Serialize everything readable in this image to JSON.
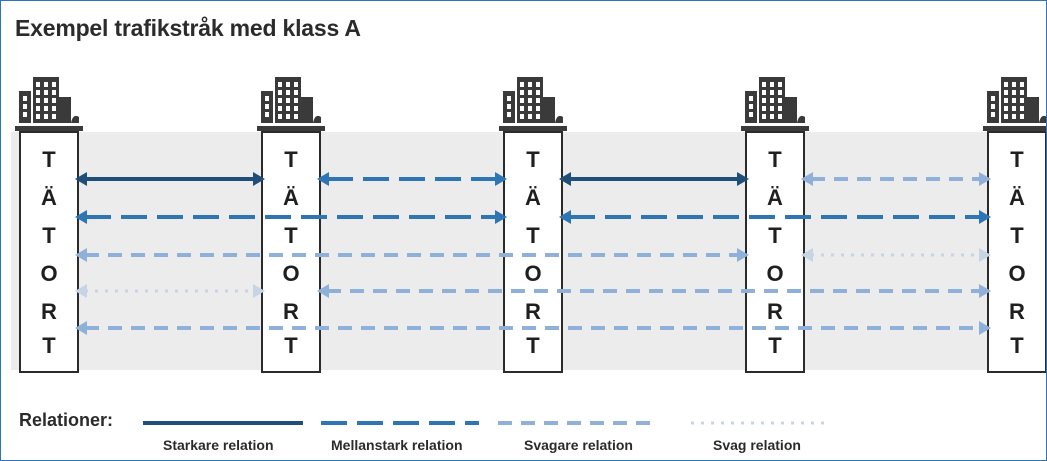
{
  "title": "Exempel trafikstråk med klass A",
  "town_letters": [
    "T",
    "Ä",
    "T",
    "O",
    "R",
    "T"
  ],
  "town_count": 5,
  "icon": "building-icon",
  "legend": {
    "title": "Relationer:",
    "items": [
      {
        "label": "Starkare relation",
        "style": "strong",
        "color": "#1f4e79"
      },
      {
        "label": "Mellanstark relation",
        "style": "medium",
        "color": "#2e75b6"
      },
      {
        "label": "Svagare relation",
        "style": "weak",
        "color": "#8fb1d9"
      },
      {
        "label": "Svag relation",
        "style": "weakest",
        "color": "#c7d4e4"
      }
    ]
  },
  "relations": [
    {
      "from": 0,
      "to": 1,
      "style": "strong"
    },
    {
      "from": 1,
      "to": 2,
      "style": "medium"
    },
    {
      "from": 2,
      "to": 3,
      "style": "strong"
    },
    {
      "from": 3,
      "to": 4,
      "style": "weak"
    },
    {
      "from": 0,
      "to": 2,
      "style": "medium"
    },
    {
      "from": 2,
      "to": 4,
      "style": "medium"
    },
    {
      "from": 0,
      "to": 3,
      "style": "weak"
    },
    {
      "from": 3,
      "to": 4,
      "style": "weakest"
    },
    {
      "from": 0,
      "to": 1,
      "style": "weakest"
    },
    {
      "from": 1,
      "to": 4,
      "style": "weak"
    },
    {
      "from": 0,
      "to": 4,
      "style": "weak"
    }
  ]
}
